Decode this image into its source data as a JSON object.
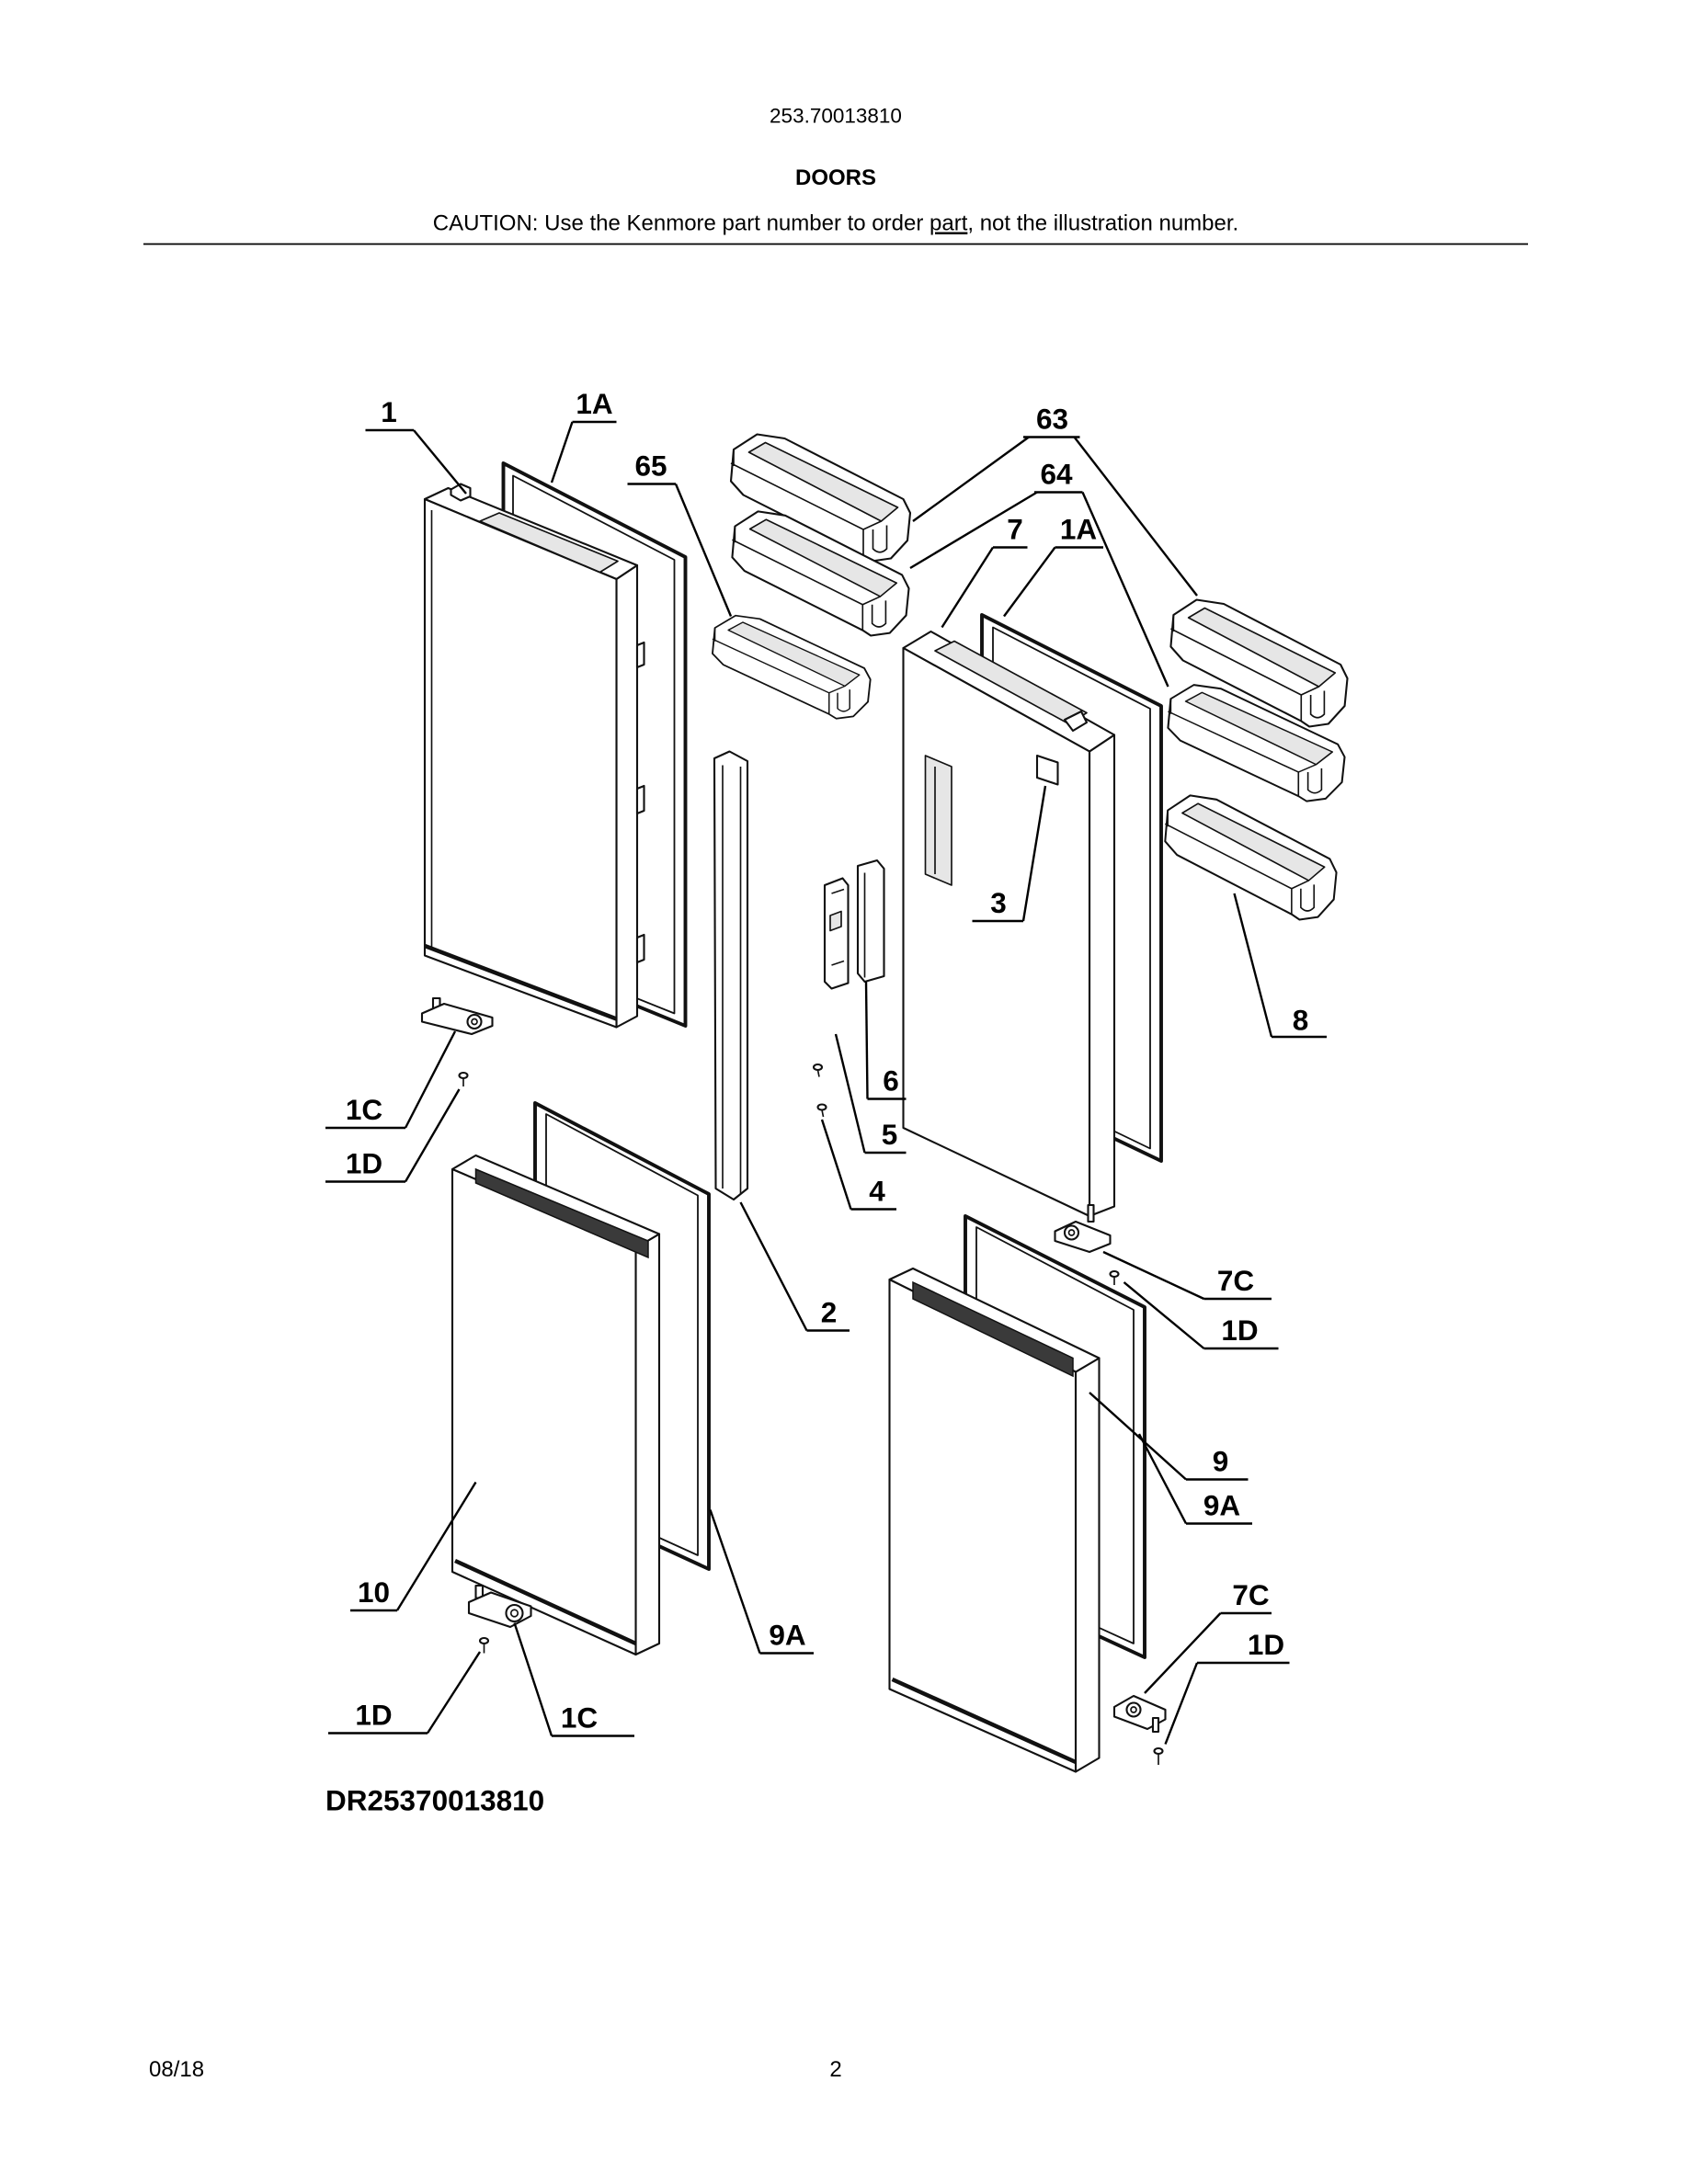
{
  "header": {
    "model_number": "253.70013810",
    "section_title": "DOORS"
  },
  "caution": {
    "before": "CAUTION: Use the Kenmore part number to order ",
    "underlined": "part",
    "after": ", not the illustration number."
  },
  "callouts": [
    "1",
    "1A",
    "65",
    "63",
    "64",
    "7",
    "1A",
    "3",
    "8",
    "6",
    "5",
    "4",
    "2",
    "1C",
    "1D",
    "7C",
    "1D",
    "9",
    "9A",
    "10",
    "9A",
    "7C",
    "1D",
    "1D",
    "1C"
  ],
  "diagram_id": "DR25370013810",
  "footer": {
    "date": "08/18",
    "page": "2"
  }
}
